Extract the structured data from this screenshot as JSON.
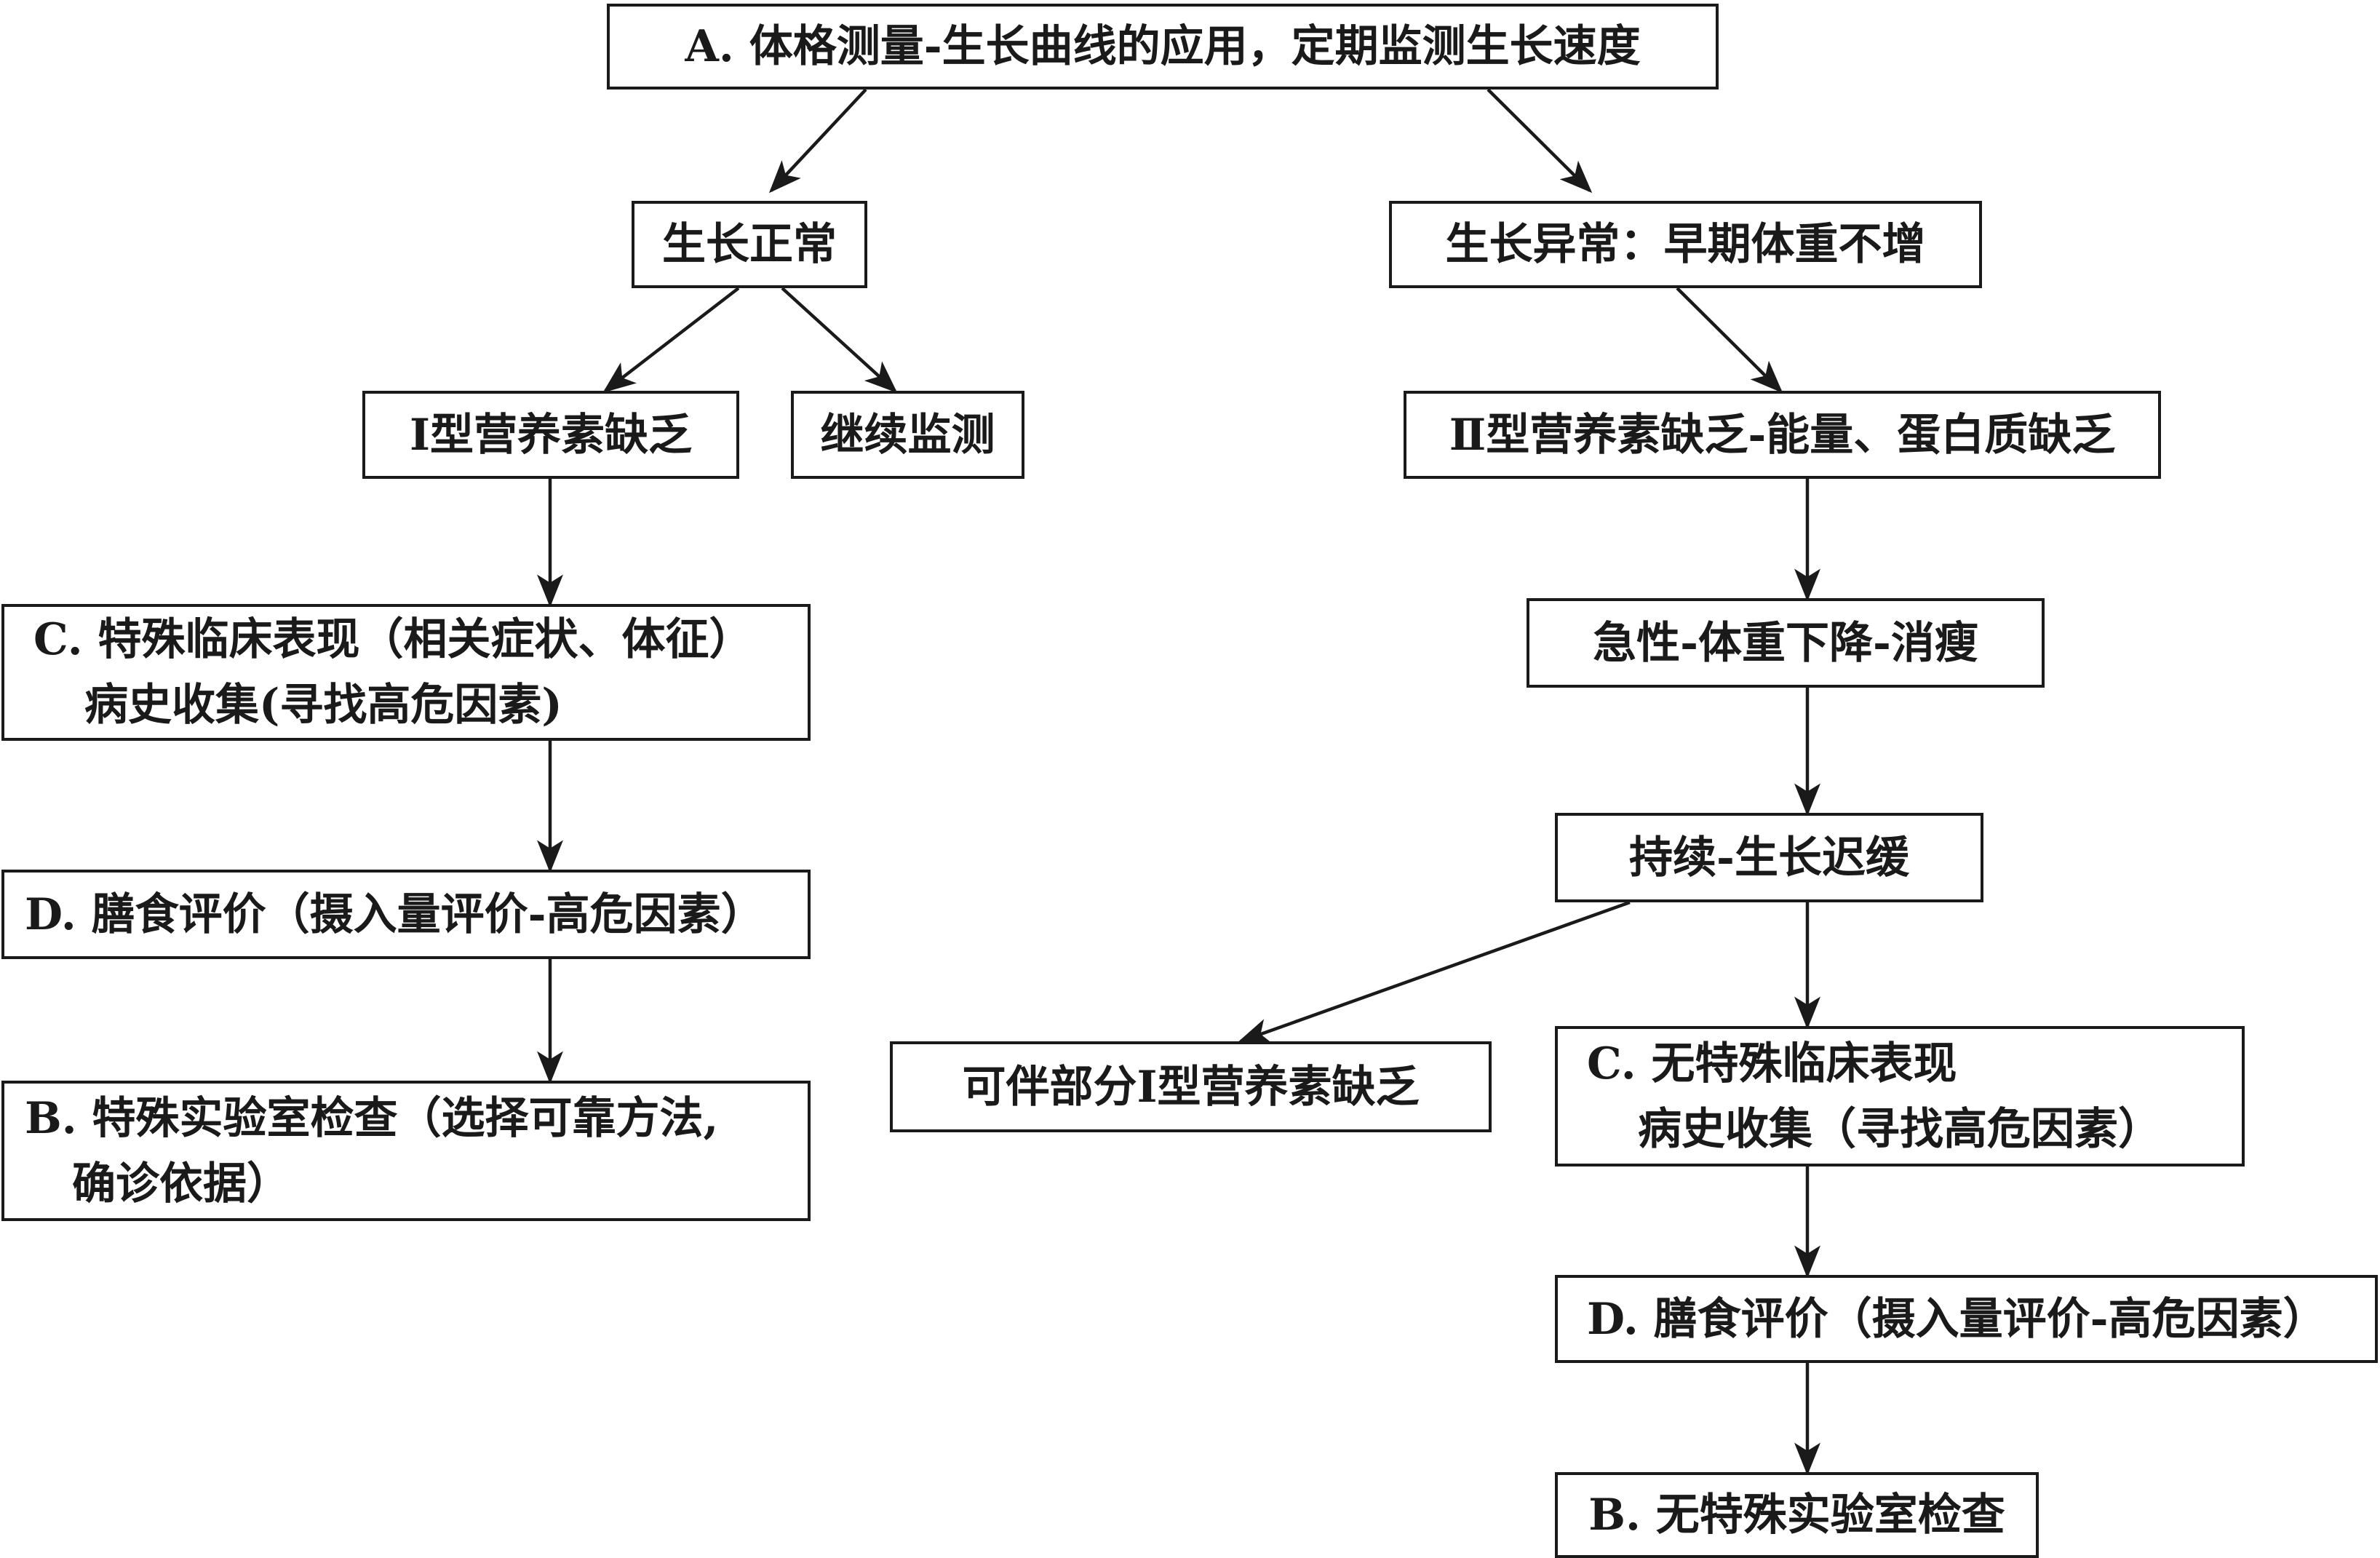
{
  "diagram": {
    "nodes": {
      "a": {
        "text": "A. 体格测量-生长曲线的应用，定期监测生长速度"
      },
      "normal": {
        "text": "生长正常"
      },
      "abnormal": {
        "text": "生长异常：早期体重不增"
      },
      "type1": {
        "text": "Ⅰ型营养素缺乏"
      },
      "continue": {
        "text": "继续监测"
      },
      "type2": {
        "text": "Ⅱ型营养素缺乏-能量、蛋白质缺乏"
      },
      "c_left": {
        "line1": "C. 特殊临床表现（相关症状、体征）",
        "line2": "病史收集(寻找高危因素)"
      },
      "acute": {
        "text": "急性-体重下降-消瘦"
      },
      "persistent": {
        "text": "持续-生长迟缓"
      },
      "d_left": {
        "text": "D. 膳食评价（摄入量评价-高危因素）"
      },
      "partial_type1": {
        "text": "可伴部分Ⅰ型营养素缺乏"
      },
      "c_right": {
        "line1": "C. 无特殊临床表现",
        "line2": "病史收集（寻找高危因素）"
      },
      "b_left": {
        "line1": "B. 特殊实验室检查（选择可靠方法,",
        "line2": "确诊依据）"
      },
      "d_right": {
        "text": "D. 膳食评价（摄入量评价-高危因素）"
      },
      "b_right": {
        "text": "B. 无特殊实验室检查"
      }
    },
    "edges": [
      {
        "from": "a",
        "to": "normal"
      },
      {
        "from": "a",
        "to": "abnormal"
      },
      {
        "from": "normal",
        "to": "type1"
      },
      {
        "from": "normal",
        "to": "continue"
      },
      {
        "from": "abnormal",
        "to": "type2"
      },
      {
        "from": "type1",
        "to": "c_left"
      },
      {
        "from": "c_left",
        "to": "d_left"
      },
      {
        "from": "d_left",
        "to": "b_left"
      },
      {
        "from": "type2",
        "to": "acute"
      },
      {
        "from": "acute",
        "to": "persistent"
      },
      {
        "from": "persistent",
        "to": "partial_type1"
      },
      {
        "from": "persistent",
        "to": "c_right"
      },
      {
        "from": "c_right",
        "to": "d_right"
      },
      {
        "from": "d_right",
        "to": "b_right"
      }
    ],
    "line_color": "#1a1a1a"
  }
}
